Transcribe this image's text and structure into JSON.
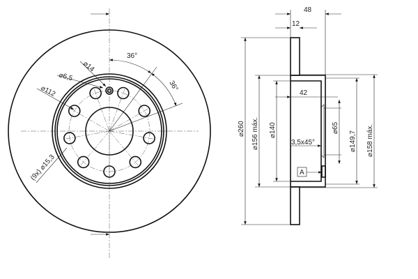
{
  "front_view": {
    "angle_1": "36°",
    "angle_2": "36°",
    "dia_small_outer": "⌀14",
    "dia_small_hole": "⌀6,5",
    "dia_pcd": "⌀112",
    "bolt_holes": "(9x) ⌀15,3",
    "bolt_count": 9
  },
  "section_view": {
    "overall_height": "48",
    "disc_thickness": "12",
    "dia_outer": "⌀260",
    "dia_156": "⌀156 máx.",
    "dia_140": "⌀140",
    "depth_42": "42",
    "dia_65": "⌀65",
    "chamfer": "3,5x45°",
    "datum": "A",
    "dia_149": "⌀149,7",
    "dia_158": "⌀158 máx."
  }
}
